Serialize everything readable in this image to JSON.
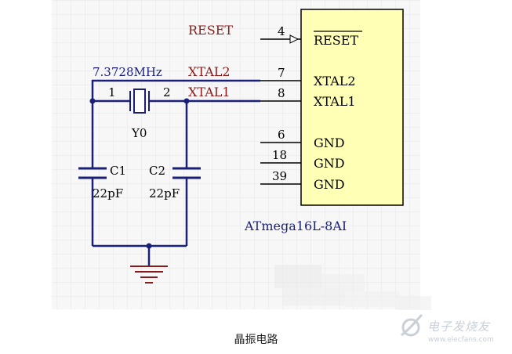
{
  "schematic": {
    "chip": {
      "name": "ATmega16L-8AI",
      "pins": [
        {
          "number": "4",
          "label": "RESET"
        },
        {
          "number": "7",
          "label": "XTAL2"
        },
        {
          "number": "8",
          "label": "XTAL1"
        },
        {
          "number": "6",
          "label": "GND"
        },
        {
          "number": "18",
          "label": "GND"
        },
        {
          "number": "39",
          "label": "GND"
        }
      ]
    },
    "net_labels": {
      "reset": "RESET",
      "xtal2": "XTAL2",
      "xtal1": "XTAL1"
    },
    "crystal": {
      "designator": "Y0",
      "frequency": "7.3728MHz",
      "pin1": "1",
      "pin2": "2"
    },
    "capacitors": [
      {
        "designator": "C1",
        "value": "22pF"
      },
      {
        "designator": "C2",
        "value": "22pF"
      }
    ],
    "colors": {
      "grid_bg": "#f7f7f7",
      "grid_line": "#e6e6e6",
      "chip_fill": "#ffffb5",
      "wire": "#1a1f7a",
      "net_label": "#8b1a1a",
      "text": "#000000",
      "ground": "#8b1a1a"
    }
  },
  "caption": "晶振电路",
  "watermark": {
    "text": "电子发烧友",
    "url": "www.elecfans.com"
  }
}
